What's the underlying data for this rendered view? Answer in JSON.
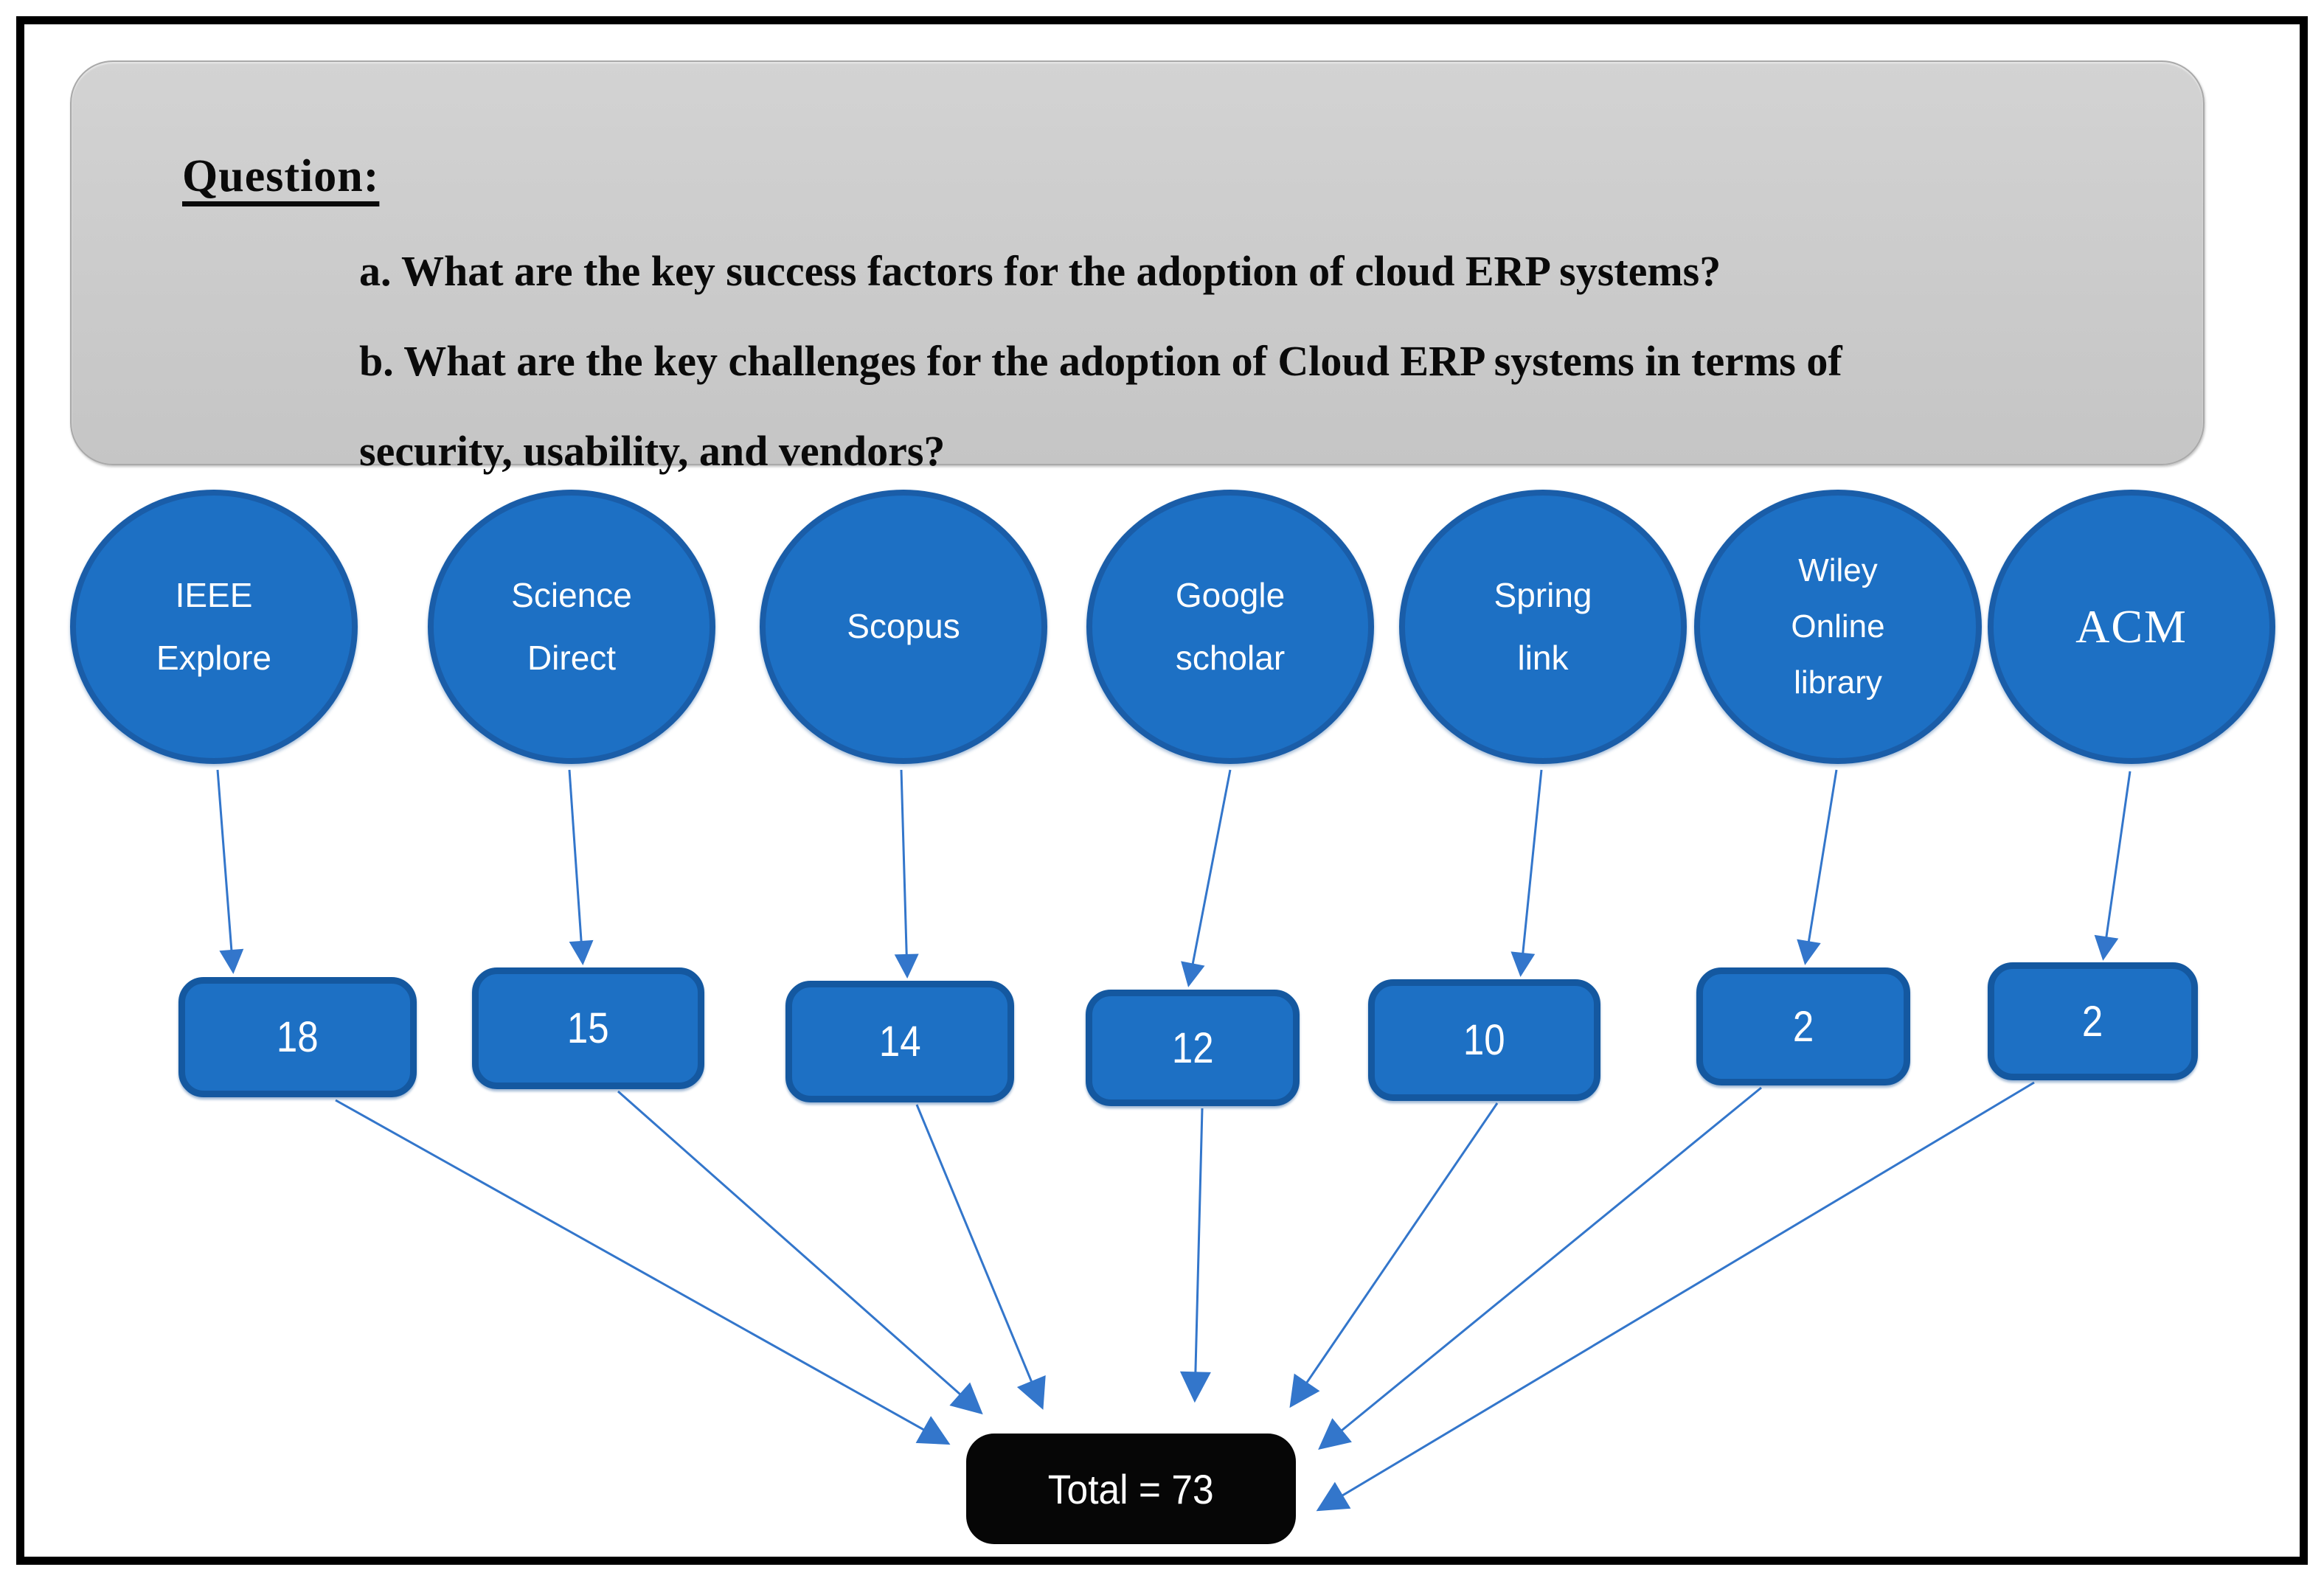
{
  "question_box": {
    "title": "Question:",
    "items": [
      "a. What are the key success factors for the adoption of cloud ERP systems?",
      "b. What are the key challenges for the adoption of Cloud ERP systems in terms of",
      "security, usability, and vendors?"
    ]
  },
  "sources": [
    {
      "name": "IEEE Explore",
      "label": "IEEE\nExplore",
      "count": "18"
    },
    {
      "name": "Science Direct",
      "label": "Science\nDirect",
      "count": "15"
    },
    {
      "name": "Scopus",
      "label": "Scopus",
      "count": "14"
    },
    {
      "name": "Google scholar",
      "label": "Google\nscholar",
      "count": "12"
    },
    {
      "name": "Spring link",
      "label": "Spring\nlink",
      "count": "10"
    },
    {
      "name": "Wiley Online library",
      "label": "Wiley\nOnline\nlibrary",
      "count": "2"
    },
    {
      "name": "ACM",
      "label": "ACM",
      "count": "2"
    }
  ],
  "total": {
    "label": "Total = 73",
    "value": "73"
  },
  "colors": {
    "node_fill": "#1d70c4",
    "node_border": "#1a5da8",
    "arrow": "#3376cb",
    "question_box_bg": "#cccccc",
    "total_box_bg": "#060606",
    "text_on_node": "#ffffff"
  }
}
